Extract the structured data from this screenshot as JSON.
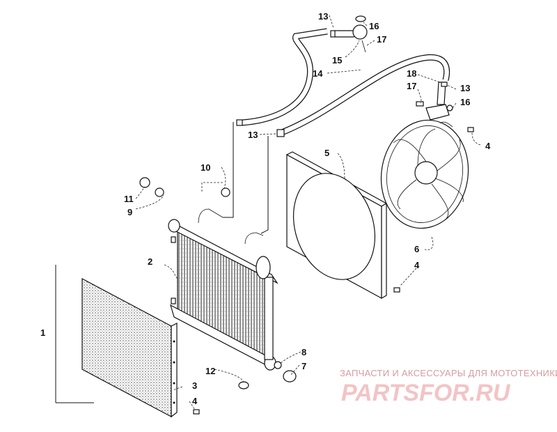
{
  "callouts": {
    "c1": "1",
    "c2": "2",
    "c3": "3",
    "c4a": "4",
    "c4b": "4",
    "c4c": "4",
    "c5": "5",
    "c6": "6",
    "c7": "7",
    "c8": "8",
    "c9": "9",
    "c10": "10",
    "c11": "11",
    "c12": "12",
    "c13a": "13",
    "c13b": "13",
    "c13c": "13",
    "c14": "14",
    "c15": "15",
    "c16a": "16",
    "c16b": "16",
    "c17a": "17",
    "c17b": "17",
    "c18": "18"
  },
  "watermark": {
    "tagline": "ЗАПЧАСТИ И АКСЕССУАРЫ ДЛЯ МОТОТЕХНИКИ",
    "logo": "PARTSFOR.RU"
  },
  "colors": {
    "line": "#111111",
    "watermark_text": "#d59ca0",
    "watermark_logo": "#f2c4c6"
  }
}
